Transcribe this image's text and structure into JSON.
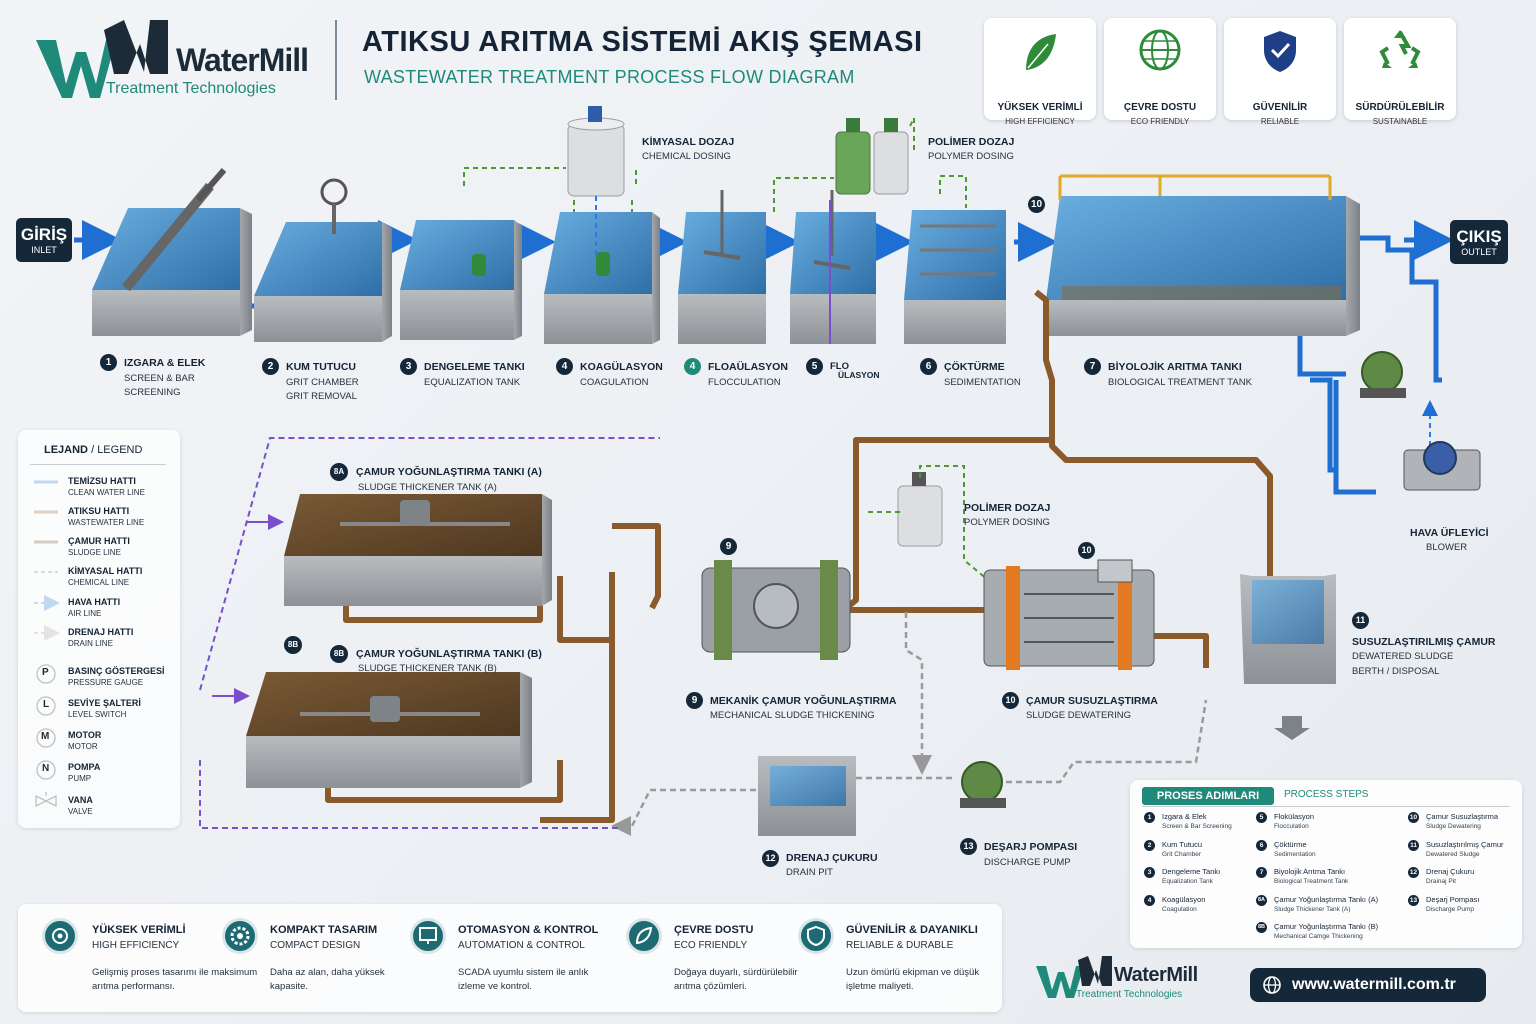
{
  "header": {
    "logo_text": "WaterMill",
    "logo_sub": "Treatment Technologies",
    "title": "ATIKSU ARITMA SİSTEMİ AKIŞ ŞEMASI",
    "subtitle": "WASTEWATER TREATMENT PROCESS FLOW DIAGRAM"
  },
  "badges": [
    {
      "title": "YÜKSEK VERİMLİ",
      "sub": "HIGH EFFICIENCY",
      "icon": "leaf-icon",
      "color": "#2f8a3a"
    },
    {
      "title": "ÇEVRE DOSTU",
      "sub": "ECO FRIENDLY",
      "icon": "globe-icon",
      "color": "#2f8a3a"
    },
    {
      "title": "GÜVENİLİR",
      "sub": "RELIABLE",
      "icon": "shield-icon",
      "color": "#1f3f86"
    },
    {
      "title": "SÜRDÜRÜLEBİLİR",
      "sub": "SUSTAINABLE",
      "icon": "recycle-icon",
      "color": "#2f8a3a"
    }
  ],
  "inlet": {
    "title": "GİRİŞ",
    "sub": "INLET"
  },
  "outlet": {
    "title": "ÇIKIŞ",
    "sub": "OUTLET"
  },
  "dosing": [
    {
      "title": "KİMYASAL DOZAJ",
      "sub": "CHEMICAL DOSING"
    },
    {
      "title": "POLİMER DOZAJ",
      "sub": "POLYMER DOSING"
    },
    {
      "title": "POLİMER DOZAJ",
      "sub": "POLYMER DOSING"
    }
  ],
  "steps": [
    {
      "num": "1",
      "title": "IZGARA & ELEK",
      "sub1": "SCREEN & BAR",
      "sub2": "SCREENING"
    },
    {
      "num": "2",
      "title": "KUM TUTUCU",
      "sub1": "GRIT CHAMBER",
      "sub2": "GRIT REMOVAL"
    },
    {
      "num": "3",
      "title": "DENGELEME TANKI",
      "sub1": "EQUALIZATION TANK",
      "sub2": ""
    },
    {
      "num": "4",
      "title": "KOAGÜLASYON",
      "sub1": "COAGULATION",
      "sub2": ""
    },
    {
      "num": "4",
      "title": "FLOAÜLASYON",
      "sub1": "FLOCCULATION",
      "sub2": ""
    },
    {
      "num": "5",
      "title": "FLO",
      "sub1": "ÜLASYON",
      "sub2": ""
    },
    {
      "num": "6",
      "title": "ÇÖKTÜRME",
      "sub1": "SEDIMENTATION",
      "sub2": ""
    },
    {
      "num": "7",
      "title": "BİYOLOJİK ARITMA TANKI",
      "sub1": "BIOLOGICAL TREATMENT TANK",
      "sub2": ""
    }
  ],
  "lower": {
    "tank_a": {
      "num": "8A",
      "title": "ÇAMUR YOĞUNLAŞTIRMA TANKI (A)",
      "sub": "SLUDGE THICKENER TANK (A)"
    },
    "tank_b": {
      "num": "8B",
      "title": "ÇAMUR YOĞUNLAŞTIRMA TANKI (B)",
      "sub": "SLUDGE THICKENER TANK (B)"
    },
    "tank_b_tag": "8B",
    "mech": {
      "num": "9",
      "title": "MEKANİK ÇAMUR YOĞUNLAŞTIRMA",
      "sub": "MECHANICAL SLUDGE THICKENING"
    },
    "dewater": {
      "num": "10",
      "title": "ÇAMUR SUSUZLAŞTIRMA",
      "sub": "SLUDGE DEWATERING"
    },
    "dewatered": {
      "num": "11",
      "title": "SUSUZLAŞTIRILMIŞ ÇAMUR",
      "sub1": "DEWATERED SLUDGE",
      "sub2": "BERTH / DISPOSAL"
    },
    "drain": {
      "num": "12",
      "title": "DRENAJ ÇUKURU",
      "sub": "DRAIN PIT"
    },
    "pump": {
      "num": "13",
      "title": "DEŞARJ POMPASI",
      "sub": "DISCHARGE PUMP"
    },
    "blower": {
      "title": "HAVA ÜFLEYİCİ",
      "sub": "BLOWER"
    },
    "tag_9": "9",
    "tag_10": "10",
    "tag_10_top": "10"
  },
  "legend": {
    "heading": "LEJAND",
    "heading_en": "/ LEGEND",
    "lines": [
      {
        "title": "TEMİZSU HATTI",
        "sub": "CLEAN WATER LINE",
        "color": "#1e6fd1",
        "style": "solid"
      },
      {
        "title": "ATIKSU HATTI",
        "sub": "WASTEWATER LINE",
        "color": "#8a5a2b",
        "style": "solid"
      },
      {
        "title": "ÇAMUR HATTI",
        "sub": "SLUDGE LINE",
        "color": "#6b4a24",
        "style": "solid"
      },
      {
        "title": "KİMYASAL HATTI",
        "sub": "CHEMICAL LINE",
        "color": "#4f9a2e",
        "style": "dashed"
      },
      {
        "title": "HAVA HATTI",
        "sub": "AIR LINE",
        "color": "#2a7de0",
        "style": "dashed-arrow"
      },
      {
        "title": "DRENAJ HATTI",
        "sub": "DRAIN LINE",
        "color": "#888888",
        "style": "dashed-arrow"
      }
    ],
    "symbols": [
      {
        "glyph": "P",
        "title": "BASINÇ GÖSTERGESİ",
        "sub": "PRESSURE GAUGE"
      },
      {
        "glyph": "L",
        "title": "SEVİYE ŞALTERİ",
        "sub": "LEVEL SWITCH"
      },
      {
        "glyph": "M",
        "title": "MOTOR",
        "sub": "MOTOR"
      },
      {
        "glyph": "N",
        "title": "POMPA",
        "sub": "PUMP"
      },
      {
        "glyph": "",
        "title": "VANA",
        "sub": "VALVE"
      }
    ]
  },
  "process_steps": {
    "title": "PROSES ADIMLARI",
    "title_en": "PROCESS STEPS",
    "items": [
      {
        "num": "1",
        "title": "Izgara & Elek",
        "sub": "Screen & Bar Screening"
      },
      {
        "num": "2",
        "title": "Kum Tutucu",
        "sub": "Grit Chamber"
      },
      {
        "num": "3",
        "title": "Dengeleme Tankı",
        "sub": "Equalization Tank"
      },
      {
        "num": "4",
        "title": "Koagülasyon",
        "sub": "Coagulation"
      },
      {
        "num": "5",
        "title": "Flokülasyon",
        "sub": "Flocculation"
      },
      {
        "num": "6",
        "title": "Çöktürme",
        "sub": "Sedimentation"
      },
      {
        "num": "7",
        "title": "Biyolojik Arıtma Tankı",
        "sub": "Biological Treatment Tank"
      },
      {
        "num": "8A",
        "title": "Çamur Yoğunlaştırma Tankı (A)",
        "sub": "Sludge Thickener Tank (A)"
      },
      {
        "num": "8B",
        "title": "Çamur Yoğunlaştırma Tankı (B)",
        "sub": "Mechanical Camge Thickening"
      },
      {
        "num": "10",
        "title": "Çamur Susuzlaştırma",
        "sub": "Sludge Dewatering"
      },
      {
        "num": "11",
        "title": "Susuzlaştırılmış Çamur",
        "sub": "Dewatered Sludge"
      },
      {
        "num": "12",
        "title": "Drenaj Çukuru",
        "sub": "Drainaj Pit"
      },
      {
        "num": "13",
        "title": "Deşarj Pompası",
        "sub": "Discharge Pump"
      }
    ]
  },
  "features": [
    {
      "title": "YÜKSEK VERİMLİ",
      "sub": "HIGH EFFICIENCY",
      "desc": "Gelişmiş proses tasarımı ile maksimum arıtma performansı.",
      "icon": "gear-icon"
    },
    {
      "title": "KOMPAKT TASARIM",
      "sub": "COMPACT DESIGN",
      "desc": "Daha az alan, daha yüksek kapasite.",
      "icon": "cog-icon"
    },
    {
      "title": "OTOMASYON & KONTROL",
      "sub": "AUTOMATION & CONTROL",
      "desc": "SCADA uyumlu sistem ile anlık izleme ve kontrol.",
      "icon": "monitor-icon"
    },
    {
      "title": "ÇEVRE DOSTU",
      "sub": "ECO FRIENDLY",
      "desc": "Doğaya duyarlı, sürdürülebilir arıtma çözümleri.",
      "icon": "leaf-icon"
    },
    {
      "title": "GÜVENİLİR & DAYANIKLI",
      "sub": "RELIABLE & DURABLE",
      "desc": "Uzun ömürlü ekipman ve düşük işletme maliyeti.",
      "icon": "shield-icon"
    }
  ],
  "footer": {
    "logo_text": "WaterMill",
    "logo_sub": "Treatment Technologies",
    "website": "www.watermill.com.tr"
  },
  "colors": {
    "navy": "#15283a",
    "teal": "#1f8a7a",
    "clean_water": "#1e6fd1",
    "sludge": "#8a5a2b",
    "chemical": "#4f9a2e",
    "air": "#2a7de0",
    "drain": "#999999",
    "purple": "#7a4fc9"
  }
}
